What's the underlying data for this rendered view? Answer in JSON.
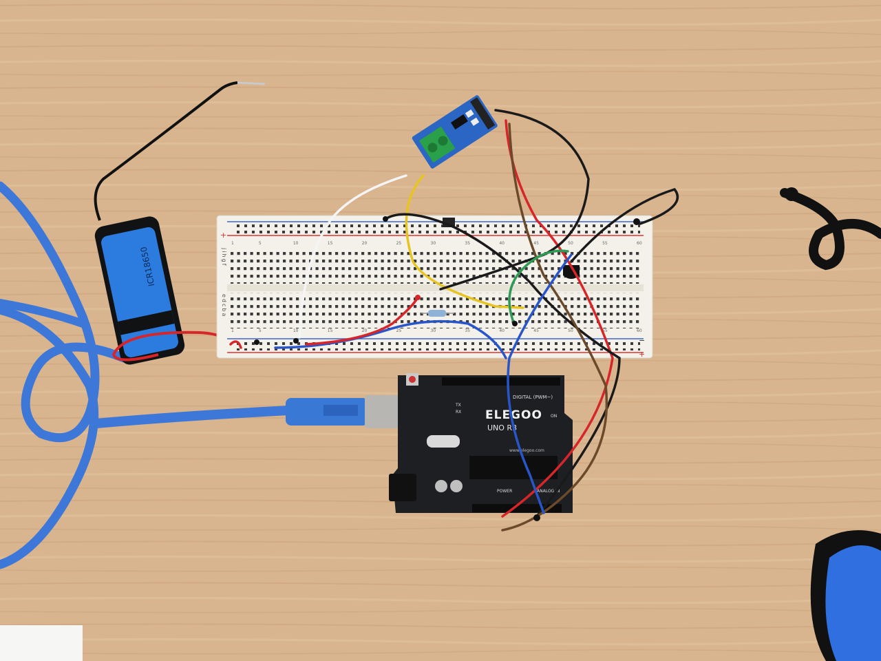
{
  "board": {
    "brand": "ELEGOO",
    "model": "UNO R3",
    "digital_label": "DIGITAL (PWM~)",
    "power_label": "POWER",
    "analog_label": "ANALOG IN",
    "on_label": "ON",
    "tx_label": "TX",
    "rx_label": "RX",
    "website": "www.elegoo.com"
  },
  "breadboard": {
    "row_letters_top": "jihgf",
    "row_letters_bottom": "edcba",
    "column_numbers": [
      "1",
      "5",
      "10",
      "15",
      "20",
      "25",
      "30",
      "35",
      "40",
      "45",
      "50",
      "55",
      "60"
    ],
    "plus_sign": "+",
    "minus_sign": "−"
  },
  "battery": {
    "label": "ICR18650"
  },
  "colors": {
    "wood": "#d8b58f",
    "usb_cable": "#3d78d8",
    "board_pcb": "#1d1f22",
    "sensor_pcb": "#2b66c4",
    "breadboard": "#f4f1ea",
    "wire_red": "#d7262a",
    "wire_black": "#1a1a1a",
    "wire_blue": "#2855c8",
    "wire_yellow": "#e6c422",
    "wire_brown": "#6a4a2a",
    "wire_green": "#2e9a55",
    "wire_white": "#f5f5f5"
  }
}
